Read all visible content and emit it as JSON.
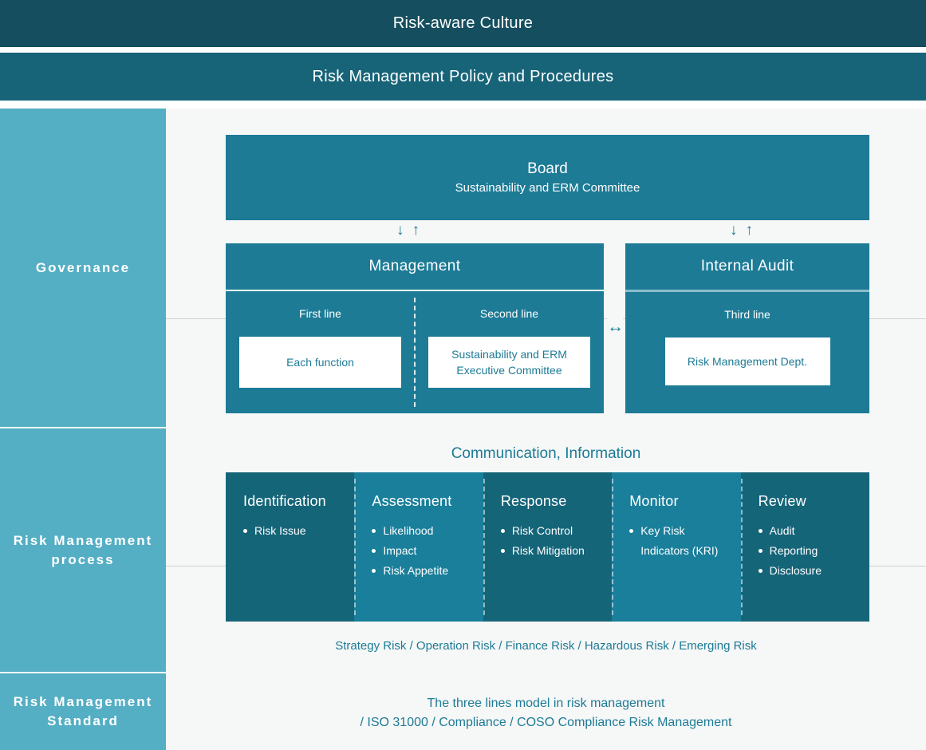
{
  "banners": {
    "culture": "Risk-aware Culture",
    "policy": "Risk Management Policy and Procedures"
  },
  "sidebar": {
    "items": [
      {
        "label": "Governance"
      },
      {
        "label": "Risk Management process"
      },
      {
        "label": "Risk Management Standard"
      }
    ]
  },
  "governance": {
    "board": {
      "title": "Board",
      "subtitle": "Sustainability and ERM Committee"
    },
    "arrows": {
      "down": "↓",
      "up": "↑",
      "left_right": "↔"
    },
    "management": {
      "title": "Management",
      "columns": [
        {
          "label": "First line",
          "card": "Each function"
        },
        {
          "label": "Second line",
          "card": "Sustainability and ERM\nExecutive Committee"
        }
      ]
    },
    "internal_audit": {
      "title": "Internal Audit",
      "label": "Third line",
      "card": "Risk Management Dept."
    }
  },
  "process": {
    "communication": "Communication, Information",
    "columns": [
      {
        "title": "Identification",
        "items": [
          "Risk Issue"
        ]
      },
      {
        "title": "Assessment",
        "items": [
          "Likelihood",
          "Impact",
          "Risk Appetite"
        ]
      },
      {
        "title": "Response",
        "items": [
          "Risk Control",
          "Risk Mitigation"
        ]
      },
      {
        "title": "Monitor",
        "items": [
          "Key Risk Indicators (KRI)"
        ]
      },
      {
        "title": "Review",
        "items": [
          "Audit",
          "Reporting",
          "Disclosure"
        ]
      }
    ],
    "risk_types": "Strategy Risk / Operation Risk / Finance Risk / Hazardous Risk / Emerging Risk"
  },
  "standard": {
    "line1": "The three lines model in risk management",
    "line2": "/ ISO 31000 / Compliance / COSO Compliance Risk Management"
  },
  "colors": {
    "dark_teal": "#154f5f",
    "mid_teal": "#176479",
    "teal": "#1d7b96",
    "light_blue": "#54aec4",
    "process_dark": "#156579",
    "process_light": "#1a7f9b",
    "background": "#f6f7f7"
  }
}
